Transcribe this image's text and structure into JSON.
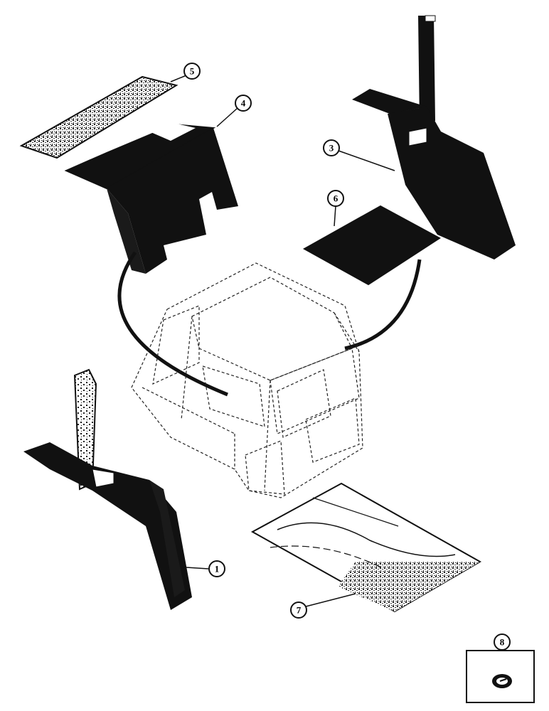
{
  "callouts": {
    "c1": "1",
    "c3": "3",
    "c4": "4",
    "c5": "5",
    "c6": "6",
    "c7": "7",
    "c8": "8"
  },
  "colors": {
    "ink": "#111111",
    "paper": "#ffffff",
    "felt": "#6a6a6a"
  },
  "icons": {
    "inset_symbol": "oval-seal-icon"
  }
}
